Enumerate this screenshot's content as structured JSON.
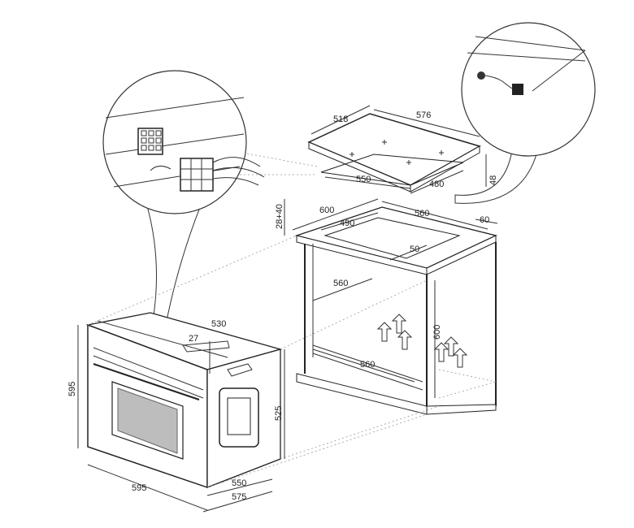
{
  "dimensions": {
    "cooktop_depth": "518",
    "cooktop_width": "576",
    "cutout_width": "550",
    "cutout_depth": "480",
    "cooktop_height": "48",
    "counter_thickness": "28+40",
    "counter_depth": "600",
    "cutout_depth_top": "490",
    "cabinet_width_top": "560",
    "rear_gap": "60",
    "front_gap": "50",
    "cabinet_depth": "560",
    "cabinet_height": "600",
    "cabinet_width_bottom": "560",
    "oven_depth": "530",
    "oven_front_offset": "27",
    "oven_height": "595",
    "oven_body_height": "525",
    "oven_width": "595",
    "oven_body_width": "550",
    "oven_front_width": "575"
  }
}
